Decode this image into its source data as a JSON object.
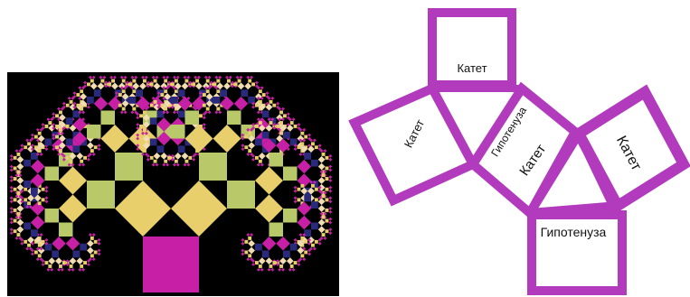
{
  "left_figure": {
    "background_color": "#000000",
    "colors": {
      "magenta": "#c71fa6",
      "yellow": "#e9cf6b",
      "green": "#b9c96a",
      "navy": "#2a2a7c",
      "cream": "#f2ddb0"
    }
  },
  "right_figure": {
    "stroke_color": "#b23bbd",
    "labels": {
      "top_square": "Катет",
      "left_square": "Катет",
      "center_square_hyp": "Гипотенуза",
      "center_square_leg": "Катет",
      "right_square": "Катет",
      "bottom_square": "Гипотенуза"
    }
  }
}
